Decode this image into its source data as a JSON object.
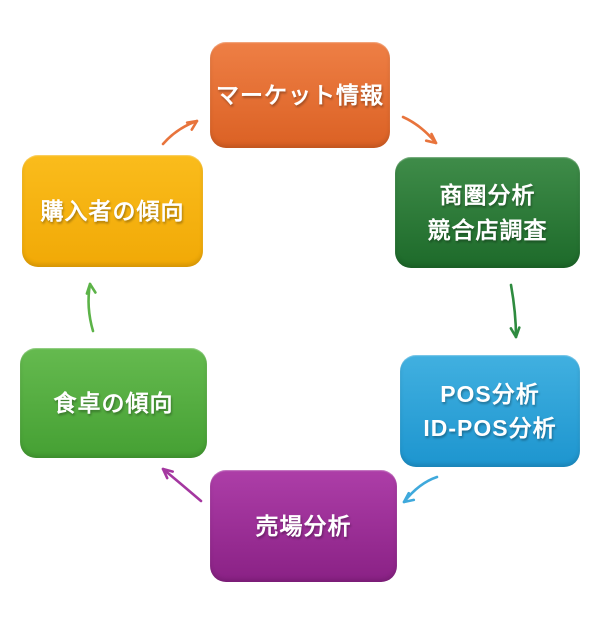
{
  "page": {
    "background": "#ffffff"
  },
  "diagram": {
    "type": "cycle",
    "nodes": [
      {
        "id": "market-info",
        "label": "マーケット情報",
        "color_top": "#ee7f45",
        "color_bottom": "#db6124",
        "text_color": "#ffffff"
      },
      {
        "id": "trade-area-analysis",
        "label": "商圏分析\n競合店調査",
        "color_top": "#3f8c49",
        "color_bottom": "#1d6a2a",
        "text_color": "#ffffff"
      },
      {
        "id": "pos-analysis",
        "label": "POS分析\nID-POS分析",
        "color_top": "#41b0e0",
        "color_bottom": "#1d95cf",
        "text_color": "#ffffff"
      },
      {
        "id": "salesfloor-analysis",
        "label": "売場分析",
        "color_top": "#ad3ea8",
        "color_bottom": "#8a2185",
        "text_color": "#ffffff"
      },
      {
        "id": "table-trend",
        "label": "食卓の傾向",
        "color_top": "#65ba4f",
        "color_bottom": "#45a033",
        "text_color": "#ffffff"
      },
      {
        "id": "buyer-trend",
        "label": "購入者の傾向",
        "color_top": "#fabc1c",
        "color_bottom": "#f1a906",
        "text_color": "#ffffff"
      }
    ],
    "arrows": [
      {
        "from": "buyer-trend",
        "to": "market-info",
        "color": "#e8743c"
      },
      {
        "from": "market-info",
        "to": "trade-area-analysis",
        "color": "#e8743c"
      },
      {
        "from": "trade-area-analysis",
        "to": "pos-analysis",
        "color": "#2e8b3f"
      },
      {
        "from": "pos-analysis",
        "to": "salesfloor-analysis",
        "color": "#3fa9dc"
      },
      {
        "from": "salesfloor-analysis",
        "to": "table-trend",
        "color": "#a437a0"
      },
      {
        "from": "table-trend",
        "to": "buyer-trend",
        "color": "#5cb348"
      }
    ]
  }
}
